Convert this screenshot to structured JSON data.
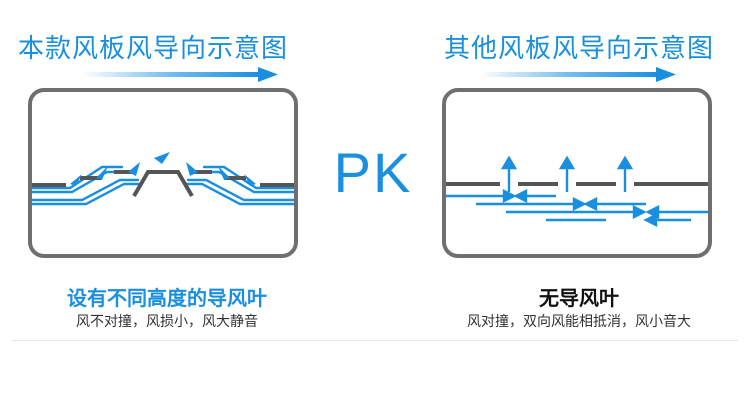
{
  "left": {
    "title": "本款风板风导向示意图",
    "label": "设有不同高度的导风叶",
    "description": "风不对撞，风损小，风大静音"
  },
  "right": {
    "title": "其他风板风导向示意图",
    "label": "无导风叶",
    "description": "风对撞，双向风能相抵消，风小音大"
  },
  "center": {
    "text": "PK"
  },
  "colors": {
    "accent": "#1a8fe0",
    "frame": "#6f6f6f",
    "vane": "#555555"
  },
  "icons": [
    "flow-direction-arrow-icon",
    "airflow-arrow-icon"
  ]
}
